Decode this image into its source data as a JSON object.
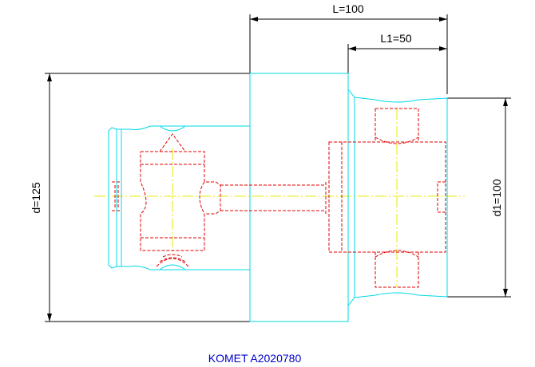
{
  "dimensions": {
    "L": "L=100",
    "L1": "L1=50",
    "d": "d=125",
    "d1": "d1=100"
  },
  "caption": "KOMET A2020780",
  "colors": {
    "outline": "#00d8e8",
    "hidden": "#e00000",
    "centerline": "#e8e800",
    "dimension": "#000000",
    "caption": "#0000cc"
  }
}
